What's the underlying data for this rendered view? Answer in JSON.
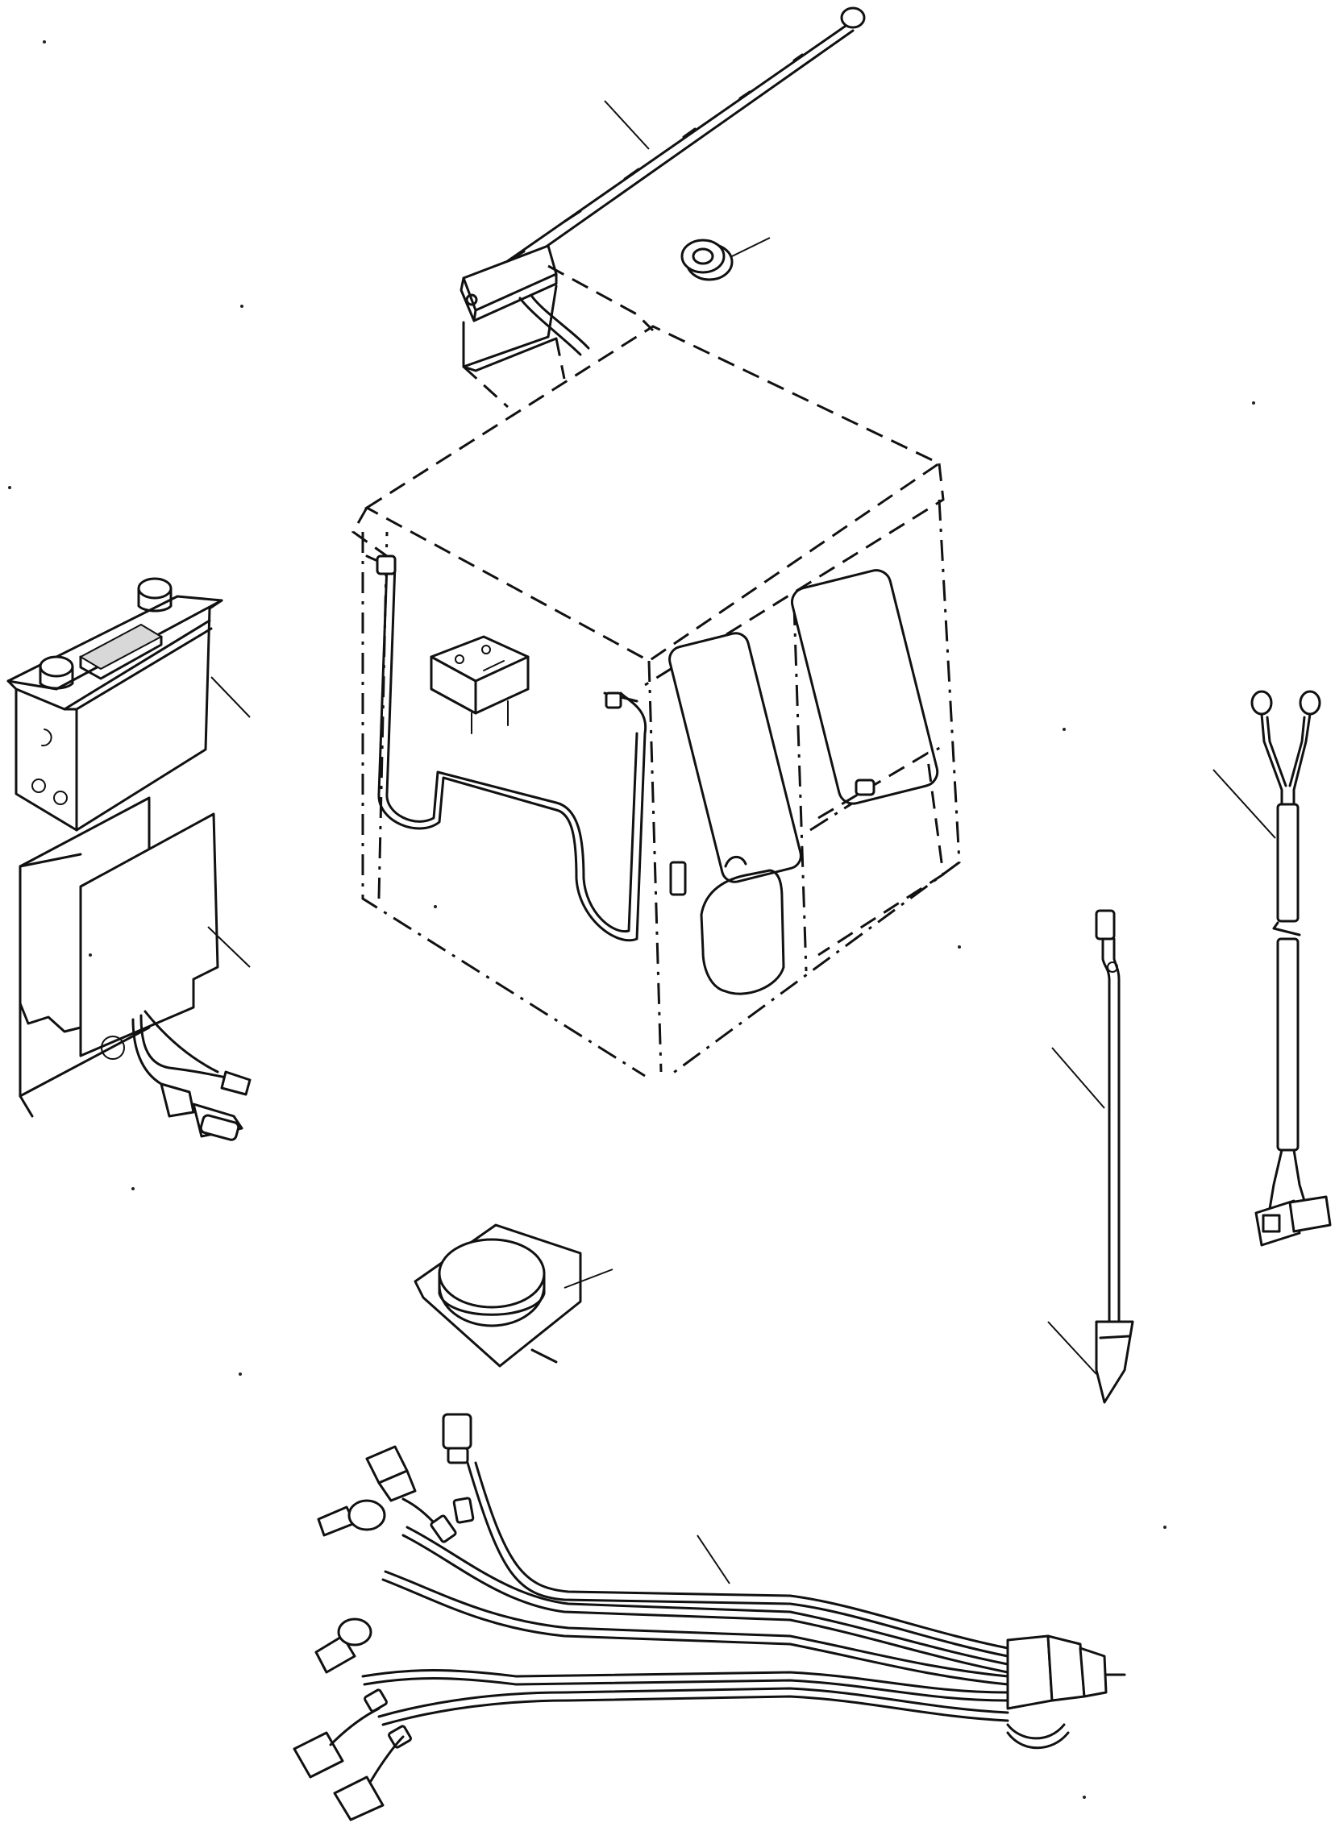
{
  "diagram": {
    "components": [
      {
        "id": "antenna",
        "name": "radio-antenna",
        "icon": "antenna-icon"
      },
      {
        "id": "grommet",
        "name": "grommet",
        "icon": "grommet-icon"
      },
      {
        "id": "cab",
        "name": "operator-cab-outline",
        "icon": "cab-icon"
      },
      {
        "id": "radio",
        "name": "radio-unit",
        "icon": "radio-icon"
      },
      {
        "id": "bracket",
        "name": "radio-bracket",
        "icon": "bracket-icon"
      },
      {
        "id": "speaker",
        "name": "speaker",
        "icon": "speaker-icon"
      },
      {
        "id": "wire-harness",
        "name": "wiring-harness",
        "icon": "harness-icon"
      },
      {
        "id": "antenna-cable",
        "name": "antenna-cable",
        "icon": "cable-icon"
      },
      {
        "id": "power-cable",
        "name": "power-cable",
        "icon": "cable-icon"
      }
    ],
    "colors": {
      "line": "#111111",
      "background": "#ffffff"
    }
  }
}
